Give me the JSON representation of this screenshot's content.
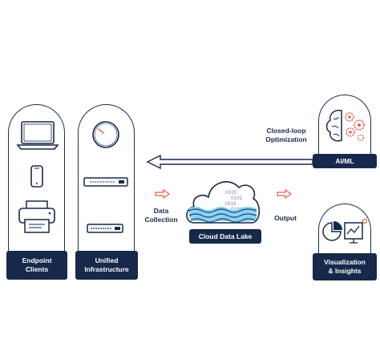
{
  "nodes": {
    "endpoint": {
      "label_line1": "Endpoint",
      "label_line2": "Clients"
    },
    "infrastructure": {
      "label_line1": "Unified",
      "label_line2": "Infrastructure"
    },
    "lake": {
      "label": "Cloud Data Lake"
    },
    "aiml": {
      "label": "AI/ML"
    },
    "viz": {
      "label_line1": "Visualization",
      "label_line2": "& Insights"
    }
  },
  "edges": {
    "data_collection": {
      "line1": "Data",
      "line2": "Collection"
    },
    "output": {
      "label": "Output"
    },
    "closed_loop": {
      "line1": "Closed-loop",
      "line2": "Optimization"
    }
  },
  "lake_binary": [
    "0101",
    "0101",
    "1010",
    "0101"
  ],
  "colors": {
    "navy": "#16294a",
    "accent": "#e4604a",
    "water": "#8fd1ec",
    "water_wave": "#1d5f94"
  }
}
